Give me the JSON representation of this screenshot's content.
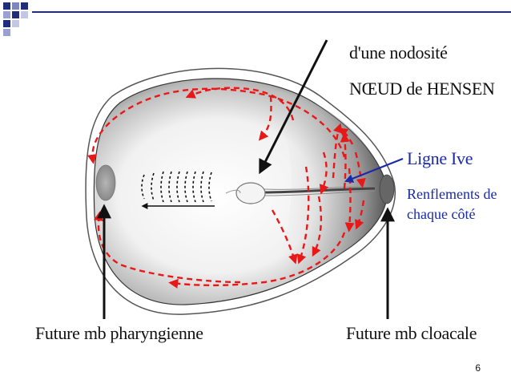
{
  "labels": {
    "nodosite": "d'une nodosité",
    "noeud_hensen": "NŒUD de HENSEN",
    "ligne": "Ligne Ive",
    "renflements_l1": "Renflements de",
    "renflements_l2": "chaque côté",
    "future_pharyng": "Future mb pharyngienne",
    "future_cloacale": "Future mb cloacale"
  },
  "page_number": "6",
  "colors": {
    "arrow_red": "#e81818",
    "pointer_black": "#111111",
    "pointer_blue": "#1a2aa8",
    "accent_navy": "#1f2d7a"
  }
}
